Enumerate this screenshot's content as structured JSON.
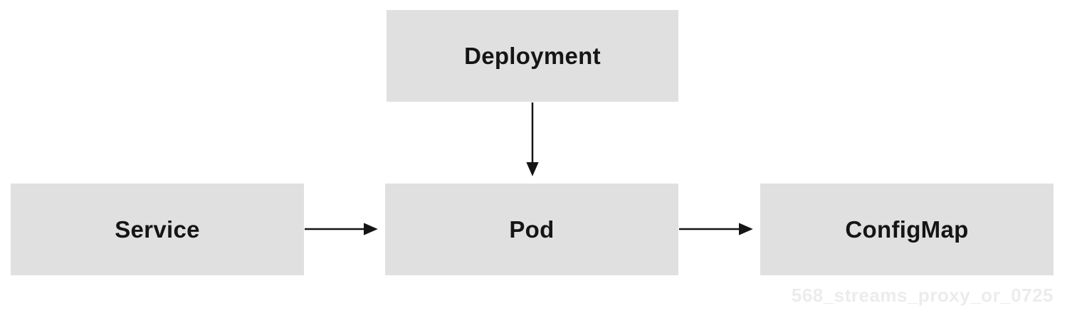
{
  "diagram": {
    "type": "flow-diagram",
    "nodes": {
      "deployment": {
        "label": "Deployment"
      },
      "service": {
        "label": "Service"
      },
      "pod": {
        "label": "Pod"
      },
      "configmap": {
        "label": "ConfigMap"
      }
    },
    "edges": [
      {
        "from": "Deployment",
        "to": "Pod",
        "direction": "down"
      },
      {
        "from": "Service",
        "to": "Pod",
        "direction": "right"
      },
      {
        "from": "Pod",
        "to": "ConfigMap",
        "direction": "right"
      }
    ],
    "colors": {
      "background": "#ffffff",
      "node_fill": "#e0e0e0",
      "node_text": "#151515",
      "arrow": "#151515",
      "watermark_text": "#ececec"
    },
    "watermark": "568_streams_proxy_or_0725"
  }
}
